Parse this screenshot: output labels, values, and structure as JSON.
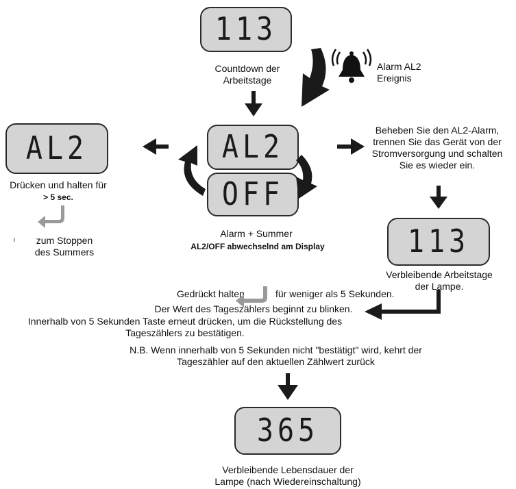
{
  "displays": {
    "top": "113",
    "center_upper": "AL2",
    "center_lower": "OFF",
    "left": "AL2",
    "right": "113",
    "bottom": "365"
  },
  "labels": {
    "countdown": "Countdown der\nArbeitstage",
    "alarm_event": "Alarm AL2\nEreignis",
    "press_hold": "Drücken und halten für",
    "press_hold_time": "> 5 sec.",
    "stop_buzzer": "zum Stoppen\ndes Summers",
    "alarm_buzzer": "Alarm + Summer",
    "alternating": "AL2/OFF abwechselnd am Display",
    "fix_alarm": "Beheben Sie den AL2-Alarm,\ntrennen Sie das Gerät von der\nStromversorgung und schalten\nSie es wieder ein.",
    "remaining_days": "Verbleibende Arbeitstage\nder Lampe.",
    "hold_pressed": "Gedrückt halten",
    "less_than": "für weniger als 5 Sekunden.",
    "blink": "Der Wert des Tageszählers beginnt zu blinken.",
    "press_again": "Innerhalb von 5 Sekunden Taste erneut drücken, um die Rückstellung des\nTageszählers zu bestätigen.",
    "nb": "N.B. Wenn innerhalb von 5 Sekunden nicht \"bestätigt\" wird, kehrt der\nTageszähler auf den aktuellen Zählwert zurück",
    "remaining_life": "Verbleibende Lebensdauer der\nLampe (nach Wiedereinschaltung)"
  },
  "icons": {
    "bell": "alarm-bell-icon",
    "hand_press": "press-hand-icon"
  },
  "colors": {
    "lcd_fill": "#d4d4d4",
    "arrow": "#1a1a1a",
    "hand_arrow": "#9a9a9a"
  }
}
